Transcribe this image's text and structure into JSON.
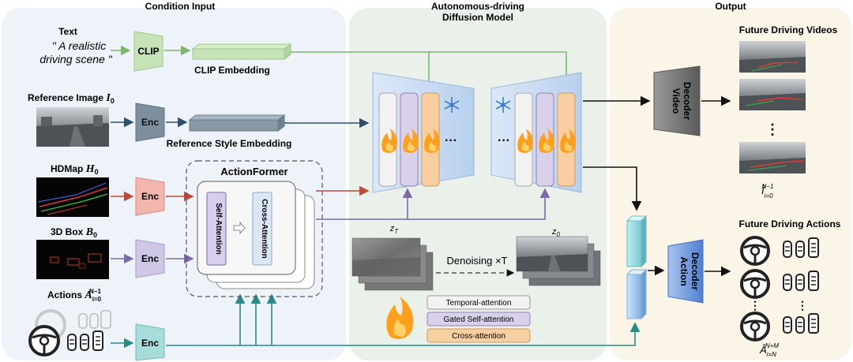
{
  "sections": {
    "condition": "Condition Input",
    "model_line1": "Autonomous-driving",
    "model_line2": "Diffusion Model",
    "output": "Output"
  },
  "inputs": {
    "text_label": "Text",
    "text_quote_line1": "\" A realistic",
    "text_quote_line2": "driving scene \"",
    "reference_label": "Reference Image",
    "reference_symbol": "I",
    "reference_sub": "0",
    "hdmap_label": "HDMap",
    "hdmap_symbol": "H",
    "hdmap_sub": "0",
    "box_label": "3D Box",
    "box_symbol": "B",
    "box_sub": "0",
    "actions_label": "Actions",
    "actions_symbol": "A",
    "actions_sub": "i=0",
    "actions_sup": "N−1"
  },
  "blocks": {
    "clip": "CLIP",
    "clip_embedding": "CLIP Embedding",
    "enc": "Enc",
    "ref_style_embedding": "Reference Style Embedding",
    "actionformer": "ActionFormer",
    "self_attention": "Self-Attention",
    "cross_attention": "Cross-Attention",
    "ellipsis": "···",
    "video_decoder_line1": "Video",
    "video_decoder_line2": "Decoder",
    "action_decoder_line1": "Action",
    "action_decoder_line2": "Decoder"
  },
  "denoise": {
    "zt": "z",
    "zt_sub": "T",
    "z0": "z",
    "z0_sub": "0",
    "label": "Denoising ×T"
  },
  "legend": {
    "temporal": "Temporal-attention",
    "gated": "Gated Self-attention",
    "cross": "Cross-attention"
  },
  "outputs": {
    "videos_title": "Future Driving Videos",
    "videos_symbol": "Î",
    "videos_sub": "i=0",
    "videos_sup": "N−1",
    "vdots": "⋮",
    "actions_title": "Future Driving Actions",
    "actions_symbol": "Â",
    "actions_sub": "i=N",
    "actions_sup": "N+M"
  },
  "colors": {
    "clip": "#7bb86f",
    "ref": "#2f4f6b",
    "hdmap": "#c0493b",
    "box": "#7b6aa8",
    "actions": "#2a8a8a",
    "temporal": "#f2f2f2",
    "gated": "#d9d0ea",
    "cross": "#f7cfa0"
  },
  "icons": [
    "clip-block",
    "encoder-trapezoid",
    "snowflake-icon",
    "fire-icon",
    "steering-wheel-icon",
    "pedal-icon"
  ]
}
